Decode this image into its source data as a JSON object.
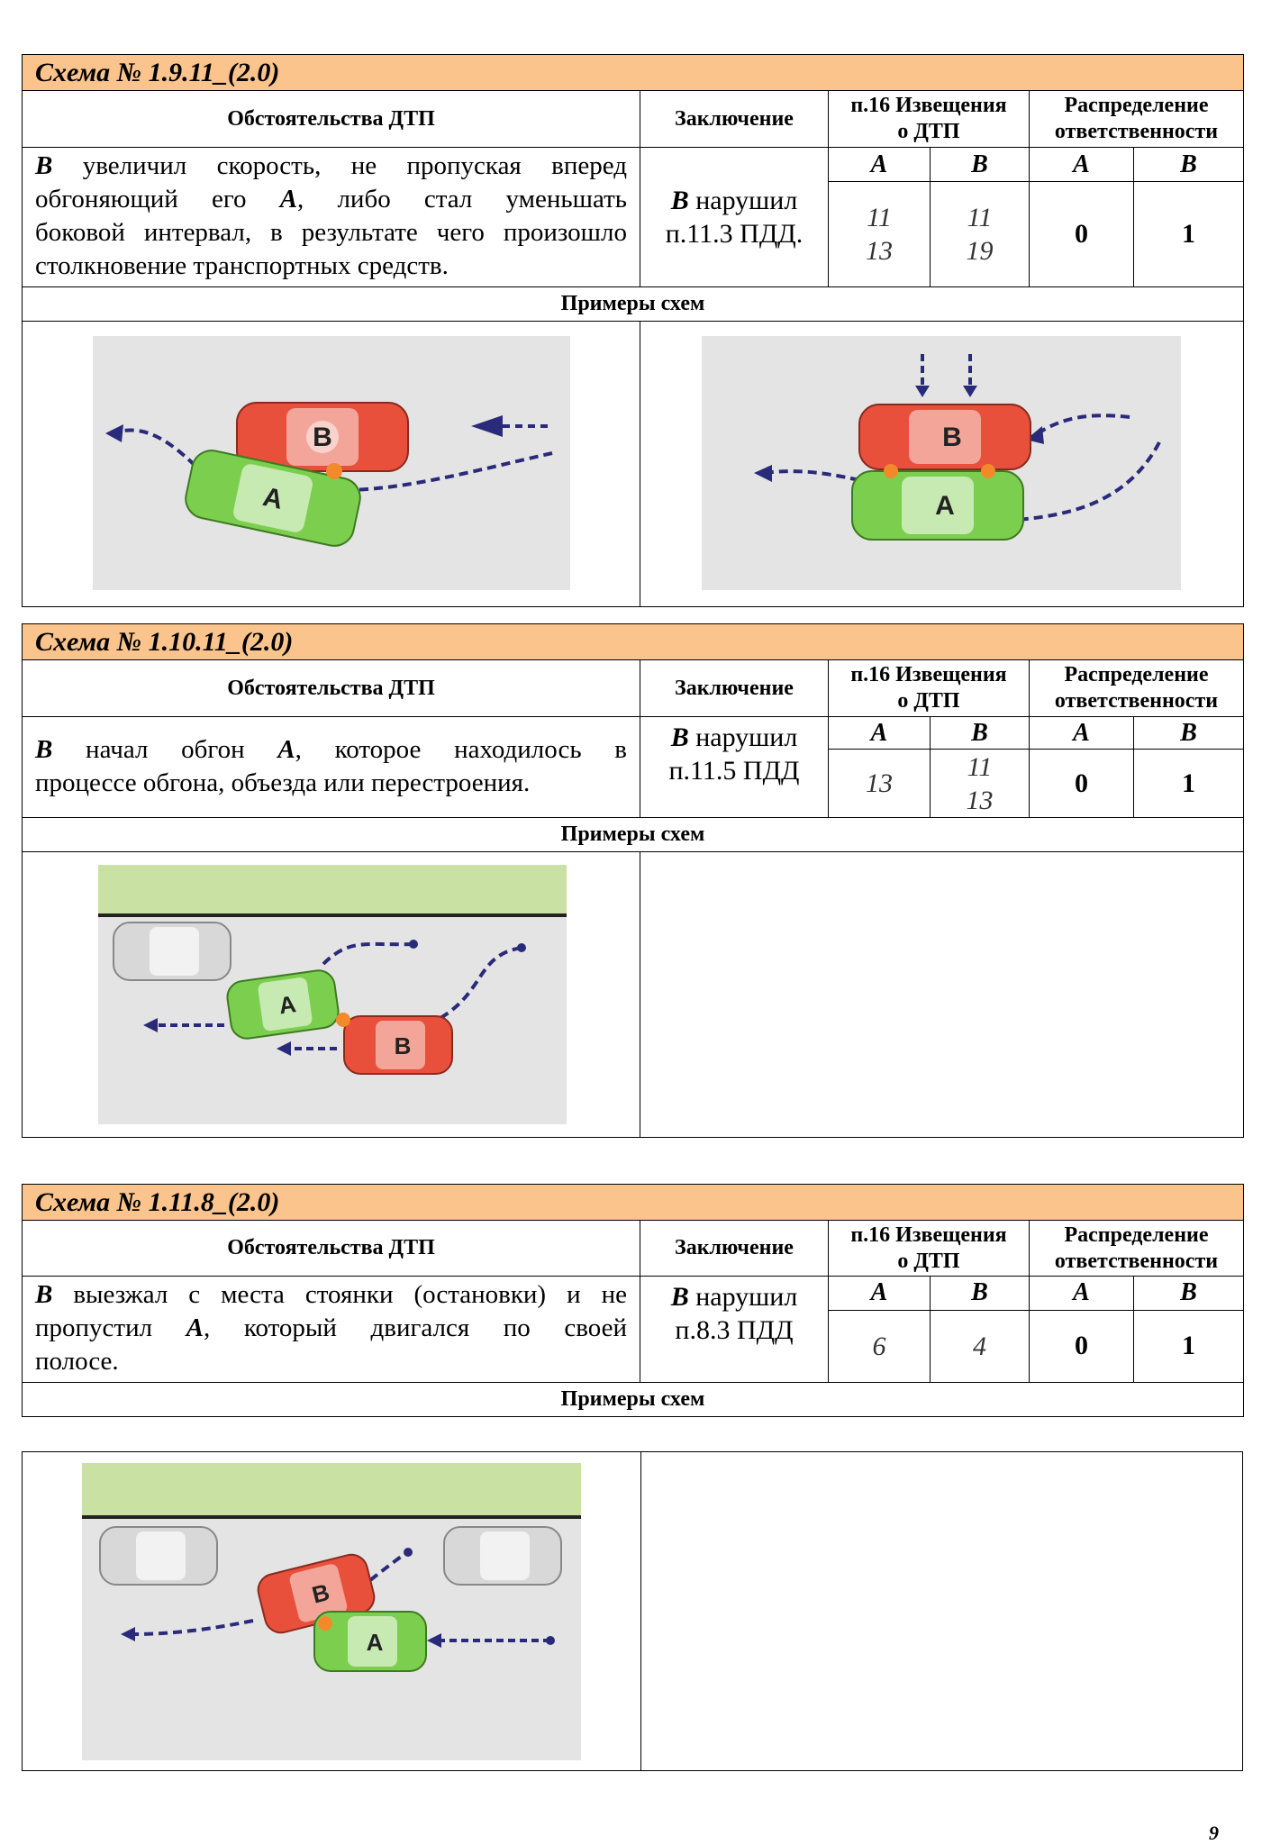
{
  "headers": {
    "circumstances": "Обстоятельства ДТП",
    "conclusion": "Заключение",
    "notice_line1": "п.16 Извещения",
    "notice_line2": "о ДТП",
    "resp_line1": "Распределение",
    "resp_line2": "ответственности",
    "a": "A",
    "b": "B",
    "examples": "Примеры схем"
  },
  "schemes": [
    {
      "title": "Схема № 1.9.11_(2.0)",
      "circumstances_lines": [
        [
          "B",
          " увеличил скорость, не пропуская вперед"
        ],
        [
          "",
          "обгоняющий его "
        ],
        [
          "",
          "боковой интервал, в результате чего произошло"
        ],
        [
          "",
          "столкновение транспортных средств."
        ]
      ],
      "circ_text": "увеличил скорость, не пропуская вперед обгоняющий его",
      "circ_text2": "либо стал уменьшать",
      "circ_line3": "боковой интервал, в результате чего произошло",
      "circ_line4": "столкновение транспортных средств.",
      "conclusion_prefix": "B",
      "conclusion_text": "нарушил",
      "conclusion_rule": "п.11.3 ПДД.",
      "notice_a": "11\n13",
      "notice_a1": "11",
      "notice_a2": "13",
      "notice_b1": "11",
      "notice_b2": "19",
      "resp_a": "0",
      "resp_b": "1"
    },
    {
      "title": "Схема № 1.10.11_(2.0)",
      "circ_line1a": "начал обгон",
      "circ_line1b": "которое находилось в",
      "circ_line2": "процессе обгона, объезда или перестроения.",
      "conclusion_prefix": "B",
      "conclusion_text": "нарушил",
      "conclusion_rule": "п.11.5 ПДД",
      "notice_a1": "13",
      "notice_b1": "11",
      "notice_b2": "13",
      "resp_a": "0",
      "resp_b": "1"
    },
    {
      "title": "Схема № 1.11.8_(2.0)",
      "circ_line1": "выезжал с места стоянки (остановки) и не",
      "circ_line2a": "пропустил",
      "circ_line2b": "который двигался по своей",
      "circ_line3": "полосе.",
      "conclusion_prefix": "B",
      "conclusion_text": "нарушил",
      "conclusion_rule": "п.8.3 ПДД",
      "notice_a1": "6",
      "notice_b1": "4",
      "resp_a": "0",
      "resp_b": "1"
    }
  ],
  "car_labels": {
    "a": "A",
    "b": "B"
  },
  "colors": {
    "title_bg": "#fbc48d",
    "car_a": "#7ccf4e",
    "car_b": "#e8503c",
    "car_parked": "#d8d8d8",
    "grass": "#c9e2a3",
    "arrow": "#2a2a7a"
  },
  "page_number": "9"
}
